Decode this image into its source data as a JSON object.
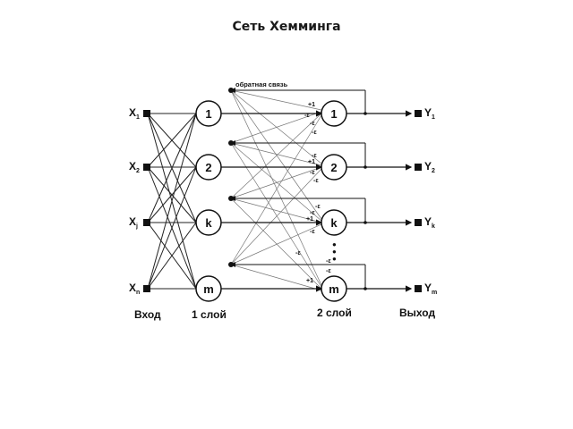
{
  "title": "Сеть Хемминга",
  "diagram": {
    "feedback_label": "обратная связь",
    "inputs": [
      {
        "base": "X",
        "sub": "1"
      },
      {
        "base": "X",
        "sub": "2"
      },
      {
        "base": "X",
        "sub": "j"
      },
      {
        "base": "X",
        "sub": "n"
      }
    ],
    "layer1_nodes": [
      "1",
      "2",
      "k",
      "m"
    ],
    "layer2_nodes": [
      "1",
      "2",
      "k",
      "m"
    ],
    "outputs": [
      {
        "base": "Y",
        "sub": "1"
      },
      {
        "base": "Y",
        "sub": "2"
      },
      {
        "base": "Y",
        "sub": "k"
      },
      {
        "base": "Y",
        "sub": "m"
      }
    ],
    "weight_self": "+1",
    "weight_other": "-ε",
    "ellipsis": "•••",
    "section_labels": {
      "input": "Вход",
      "layer1": "1 слой",
      "layer2": "2 слой",
      "output": "Выход"
    }
  }
}
